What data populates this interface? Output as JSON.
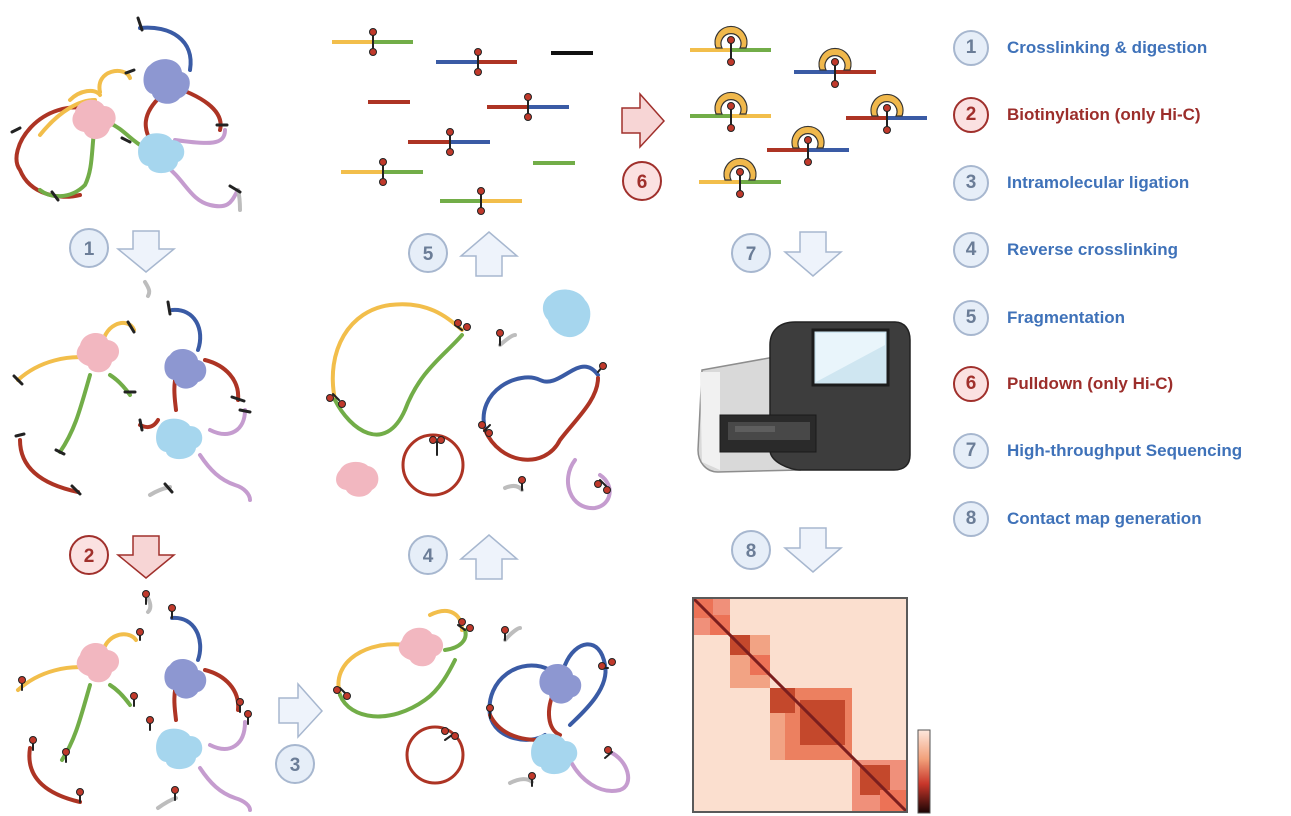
{
  "colors": {
    "yellow": "#f2be4b",
    "green": "#72ad48",
    "blue": "#3a5ba5",
    "red": "#ad3424",
    "purple": "#c59ccf",
    "gray": "#bdbdbd",
    "pink_protein": "#f2b7c0",
    "blue_protein": "#a6d6ee",
    "purple_protein": "#8d97d1",
    "biotin": "#c0392b",
    "streptavidin": "#f0b84c",
    "badge_blue_fill": "#e6eef8",
    "badge_red_fill": "#fbe1e1",
    "arrow_blue_fill": "#eef3fb",
    "arrow_red_fill": "#f7d5d5",
    "legend_blue_text": "#3f72b9",
    "legend_red_text": "#9c2e2b",
    "heatmap_background": "#fbdfcf",
    "heatmap_light": "#f5b59a",
    "heatmap_mid": "#ec8060",
    "heatmap_dark": "#c4482c",
    "heatmap_diagonal": "#7b1e1e"
  },
  "legend": [
    {
      "number": "1",
      "label": "Crosslinking & digestion",
      "style": "blue"
    },
    {
      "number": "2",
      "label": "Biotinylation (only Hi-C)",
      "style": "red"
    },
    {
      "number": "3",
      "label": "Intramolecular ligation",
      "style": "blue"
    },
    {
      "number": "4",
      "label": "Reverse crosslinking",
      "style": "blue"
    },
    {
      "number": "5",
      "label": "Fragmentation",
      "style": "blue"
    },
    {
      "number": "6",
      "label": "Pulldown (only Hi-C)",
      "style": "red"
    },
    {
      "number": "7",
      "label": "High-throughput Sequencing",
      "style": "blue"
    },
    {
      "number": "8",
      "label": "Contact map generation",
      "style": "blue"
    }
  ],
  "step_markers": [
    {
      "number": "1",
      "style": "blue",
      "arrow": "down"
    },
    {
      "number": "2",
      "style": "red",
      "arrow": "down"
    },
    {
      "number": "3",
      "style": "blue",
      "arrow": "right"
    },
    {
      "number": "4",
      "style": "blue",
      "arrow": "up"
    },
    {
      "number": "5",
      "style": "blue",
      "arrow": "up"
    },
    {
      "number": "6",
      "style": "red",
      "arrow": "right"
    },
    {
      "number": "7",
      "style": "blue",
      "arrow": "down"
    },
    {
      "number": "8",
      "style": "blue",
      "arrow": "down"
    }
  ],
  "icons": {
    "sequencer": "sequencer-machine-icon",
    "contact_map": "contact-map-heatmap",
    "colorbar": "heatmap-colorbar",
    "protein": "protein-blob-icon",
    "biotin": "biotin-marker-icon",
    "streptavidin": "streptavidin-bead-icon"
  }
}
